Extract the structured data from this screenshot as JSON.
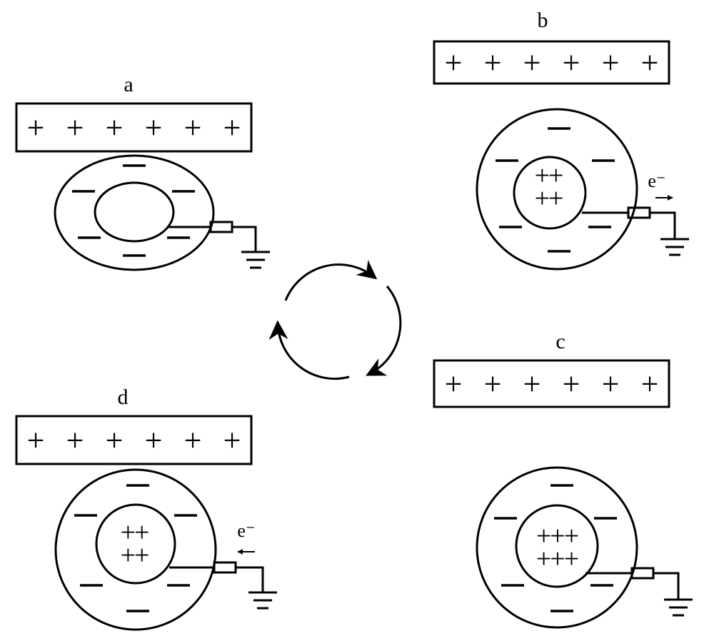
{
  "symbols": {
    "plus": "+",
    "minus": "—",
    "electron": "e⁻"
  },
  "panels": [
    {
      "id": "a",
      "label": "a",
      "plate_charges": [
        "+",
        "+",
        "+",
        "+",
        "+",
        "+"
      ],
      "inner_charges": [],
      "outer_charges": [
        "—",
        "—",
        "—",
        "—",
        "—",
        "—"
      ],
      "electron_flow": null
    },
    {
      "id": "b",
      "label": "b",
      "plate_charges": [
        "+",
        "+",
        "+",
        "+",
        "+",
        "+"
      ],
      "inner_charges": [
        "++",
        "++"
      ],
      "outer_charges": [
        "—",
        "—",
        "—",
        "—",
        "—",
        "—"
      ],
      "electron_flow": {
        "label": "e⁻",
        "direction": "right"
      }
    },
    {
      "id": "c",
      "label": "c",
      "plate_charges": [
        "+",
        "+",
        "+",
        "+",
        "+",
        "+"
      ],
      "inner_charges": [
        "+++",
        "+++"
      ],
      "outer_charges": [
        "—",
        "—",
        "—",
        "—",
        "—",
        "—"
      ],
      "electron_flow": null
    },
    {
      "id": "d",
      "label": "d",
      "plate_charges": [
        "+",
        "+",
        "+",
        "+",
        "+",
        "+"
      ],
      "inner_charges": [
        "++",
        "++"
      ],
      "outer_charges": [
        "—",
        "—",
        "—",
        "—",
        "—",
        "—"
      ],
      "electron_flow": {
        "label": "e⁻",
        "direction": "left"
      }
    }
  ],
  "cycle": {
    "order": [
      "a",
      "b",
      "c",
      "d"
    ],
    "direction": "clockwise"
  }
}
